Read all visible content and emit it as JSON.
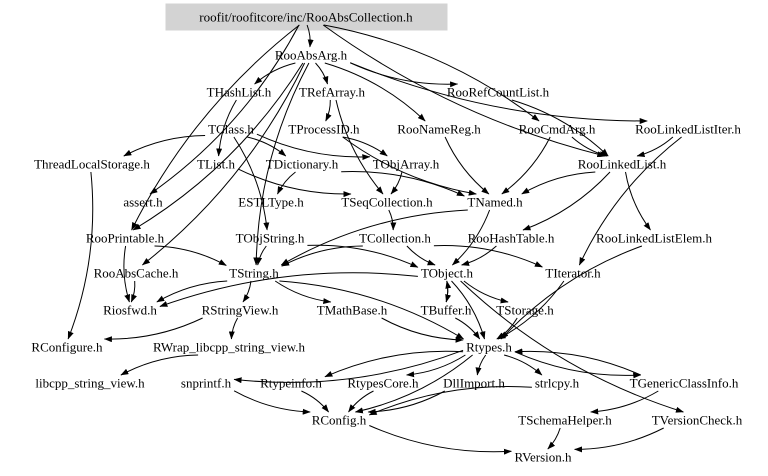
{
  "graph": {
    "root": "roofit/roofitcore/inc/RooAbsCollection.h",
    "colors": {
      "background": "#ffffff",
      "root_fill": "#d3d3d3",
      "text": "#000000",
      "edge": "#000000"
    },
    "nodes": [
      {
        "id": "root",
        "label": "roofit/roofitcore/inc/RooAbsCollection.h"
      },
      {
        "id": "RooAbsArg",
        "label": "RooAbsArg.h"
      },
      {
        "id": "THashList",
        "label": "THashList.h"
      },
      {
        "id": "TRefArray",
        "label": "TRefArray.h"
      },
      {
        "id": "RooRefCountList",
        "label": "RooRefCountList.h"
      },
      {
        "id": "TClass",
        "label": "TClass.h"
      },
      {
        "id": "TProcessID",
        "label": "TProcessID.h"
      },
      {
        "id": "RooNameReg",
        "label": "RooNameReg.h"
      },
      {
        "id": "RooCmdArg",
        "label": "RooCmdArg.h"
      },
      {
        "id": "RooLinkedListIter",
        "label": "RooLinkedListIter.h"
      },
      {
        "id": "ThreadLocalStorage",
        "label": "ThreadLocalStorage.h"
      },
      {
        "id": "TList",
        "label": "TList.h"
      },
      {
        "id": "TDictionary",
        "label": "TDictionary.h"
      },
      {
        "id": "TObjArray",
        "label": "TObjArray.h"
      },
      {
        "id": "RooLinkedList",
        "label": "RooLinkedList.h"
      },
      {
        "id": "assert",
        "label": "assert.h"
      },
      {
        "id": "ESTLType",
        "label": "ESTLType.h"
      },
      {
        "id": "TSeqCollection",
        "label": "TSeqCollection.h"
      },
      {
        "id": "TNamed",
        "label": "TNamed.h"
      },
      {
        "id": "RooPrintable",
        "label": "RooPrintable.h"
      },
      {
        "id": "TObjString",
        "label": "TObjString.h"
      },
      {
        "id": "TCollection",
        "label": "TCollection.h"
      },
      {
        "id": "RooHashTable",
        "label": "RooHashTable.h"
      },
      {
        "id": "RooLinkedListElem",
        "label": "RooLinkedListElem.h"
      },
      {
        "id": "RooAbsCache",
        "label": "RooAbsCache.h"
      },
      {
        "id": "TString",
        "label": "TString.h"
      },
      {
        "id": "TObject",
        "label": "TObject.h"
      },
      {
        "id": "TIterator",
        "label": "TIterator.h"
      },
      {
        "id": "Riosfwd",
        "label": "Riosfwd.h"
      },
      {
        "id": "RStringView",
        "label": "RStringView.h"
      },
      {
        "id": "TMathBase",
        "label": "TMathBase.h"
      },
      {
        "id": "TBuffer",
        "label": "TBuffer.h"
      },
      {
        "id": "TStorage",
        "label": "TStorage.h"
      },
      {
        "id": "RConfigure",
        "label": "RConfigure.h"
      },
      {
        "id": "RWrap",
        "label": "RWrap_libcpp_string_view.h"
      },
      {
        "id": "Rtypes",
        "label": "Rtypes.h"
      },
      {
        "id": "libcpp",
        "label": "libcpp_string_view.h"
      },
      {
        "id": "snprintf",
        "label": "snprintf.h"
      },
      {
        "id": "Rtypeinfo",
        "label": "Rtypeinfo.h"
      },
      {
        "id": "RtypesCore",
        "label": "RtypesCore.h"
      },
      {
        "id": "DllImport",
        "label": "DllImport.h"
      },
      {
        "id": "strlcpy",
        "label": "strlcpy.h"
      },
      {
        "id": "TGenericClassInfo",
        "label": "TGenericClassInfo.h"
      },
      {
        "id": "RConfig",
        "label": "RConfig.h"
      },
      {
        "id": "TSchemaHelper",
        "label": "TSchemaHelper.h"
      },
      {
        "id": "TVersionCheck",
        "label": "TVersionCheck.h"
      },
      {
        "id": "RVersion",
        "label": "RVersion.h"
      }
    ],
    "edges": [
      [
        "root",
        "RooAbsArg"
      ],
      [
        "root",
        "RooPrintable"
      ],
      [
        "root",
        "RooCmdArg"
      ],
      [
        "root",
        "RooLinkedList"
      ],
      [
        "root",
        "assert"
      ],
      [
        "RooAbsArg",
        "THashList"
      ],
      [
        "RooAbsArg",
        "TRefArray"
      ],
      [
        "RooAbsArg",
        "RooRefCountList"
      ],
      [
        "RooAbsArg",
        "RooNameReg"
      ],
      [
        "RooAbsArg",
        "RooLinkedListIter"
      ],
      [
        "RooAbsArg",
        "RooAbsCache"
      ],
      [
        "RooAbsArg",
        "TString"
      ],
      [
        "RooAbsArg",
        "RooPrintable"
      ],
      [
        "THashList",
        "TList"
      ],
      [
        "TRefArray",
        "TProcessID"
      ],
      [
        "TRefArray",
        "TSeqCollection"
      ],
      [
        "RooRefCountList",
        "RooLinkedList"
      ],
      [
        "TClass",
        "ThreadLocalStorage"
      ],
      [
        "TClass",
        "TDictionary"
      ],
      [
        "TClass",
        "TObjArray"
      ],
      [
        "TClass",
        "TObjString"
      ],
      [
        "TProcessID",
        "TNamed"
      ],
      [
        "TProcessID",
        "TObjArray"
      ],
      [
        "RooNameReg",
        "TNamed"
      ],
      [
        "RooCmdArg",
        "TNamed"
      ],
      [
        "RooCmdArg",
        "RooLinkedList"
      ],
      [
        "RooLinkedListIter",
        "RooLinkedList"
      ],
      [
        "RooLinkedListIter",
        "TIterator"
      ],
      [
        "ThreadLocalStorage",
        "RConfigure"
      ],
      [
        "TList",
        "TSeqCollection"
      ],
      [
        "TDictionary",
        "TNamed"
      ],
      [
        "TDictionary",
        "ESTLType"
      ],
      [
        "TObjArray",
        "TSeqCollection"
      ],
      [
        "RooLinkedList",
        "TNamed"
      ],
      [
        "RooLinkedList",
        "RooHashTable"
      ],
      [
        "RooLinkedList",
        "RooLinkedListElem"
      ],
      [
        "TSeqCollection",
        "TCollection"
      ],
      [
        "TNamed",
        "TString"
      ],
      [
        "TNamed",
        "TObject"
      ],
      [
        "RooPrintable",
        "Riosfwd"
      ],
      [
        "RooPrintable",
        "TString"
      ],
      [
        "TObjString",
        "TString"
      ],
      [
        "TObjString",
        "TObject"
      ],
      [
        "TCollection",
        "TObject"
      ],
      [
        "TCollection",
        "TIterator"
      ],
      [
        "TCollection",
        "TString"
      ],
      [
        "RooHashTable",
        "TObject"
      ],
      [
        "RooLinkedListElem",
        "Rtypes"
      ],
      [
        "RooAbsCache",
        "Riosfwd"
      ],
      [
        "TString",
        "Riosfwd"
      ],
      [
        "TString",
        "RStringView"
      ],
      [
        "TString",
        "TMathBase"
      ],
      [
        "TString",
        "Rtypes"
      ],
      [
        "TObject",
        "Riosfwd"
      ],
      [
        "TObject",
        "TBuffer"
      ],
      [
        "TObject",
        "TStorage"
      ],
      [
        "TObject",
        "Rtypes"
      ],
      [
        "TObject",
        "TVersionCheck"
      ],
      [
        "TIterator",
        "Rtypes"
      ],
      [
        "RStringView",
        "RWrap"
      ],
      [
        "RStringView",
        "RConfigure"
      ],
      [
        "TMathBase",
        "Rtypes"
      ],
      [
        "TBuffer",
        "Rtypes"
      ],
      [
        "TBuffer",
        "TObject"
      ],
      [
        "TStorage",
        "Rtypes"
      ],
      [
        "RWrap",
        "libcpp"
      ],
      [
        "Rtypes",
        "snprintf"
      ],
      [
        "Rtypes",
        "Rtypeinfo"
      ],
      [
        "Rtypes",
        "RtypesCore"
      ],
      [
        "Rtypes",
        "DllImport"
      ],
      [
        "Rtypes",
        "strlcpy"
      ],
      [
        "Rtypes",
        "TGenericClassInfo"
      ],
      [
        "Rtypes",
        "RConfig"
      ],
      [
        "snprintf",
        "RConfig"
      ],
      [
        "Rtypeinfo",
        "RConfig"
      ],
      [
        "RtypesCore",
        "RConfig"
      ],
      [
        "DllImport",
        "RConfig"
      ],
      [
        "strlcpy",
        "RConfig"
      ],
      [
        "TGenericClassInfo",
        "TSchemaHelper"
      ],
      [
        "TGenericClassInfo",
        "Rtypes"
      ],
      [
        "TSchemaHelper",
        "RVersion"
      ],
      [
        "RConfig",
        "RVersion"
      ],
      [
        "TVersionCheck",
        "RVersion"
      ]
    ]
  }
}
